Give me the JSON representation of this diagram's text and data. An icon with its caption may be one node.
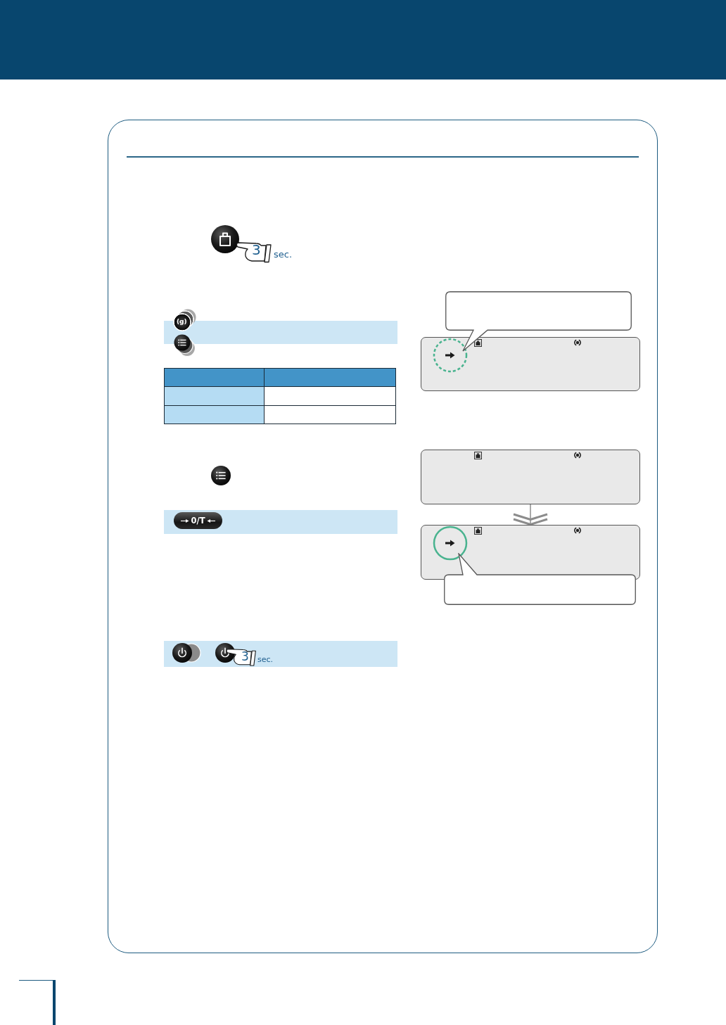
{
  "diagram": {
    "nodes": [
      {
        "text": [],
        "shape": "callout"
      },
      {
        "text": [],
        "shape": "box"
      },
      {
        "text": [],
        "shape": "box"
      },
      {
        "text": [],
        "shape": "box"
      },
      {
        "text": [],
        "shape": "callout"
      }
    ],
    "edges": [
      {
        "from": 2,
        "to": 3,
        "arrow": "to"
      }
    ],
    "labels": [
      "3",
      "sec.",
      "(g)",
      "0/T",
      "3",
      "sec."
    ]
  }
}
